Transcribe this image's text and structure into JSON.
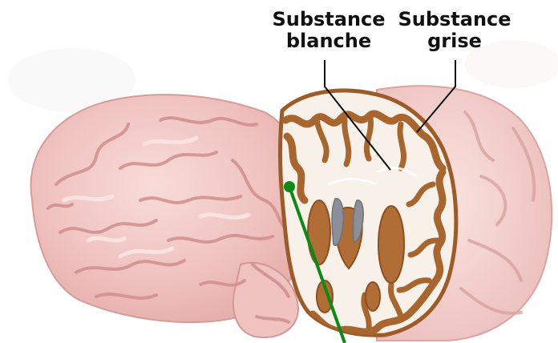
{
  "labels": {
    "white_matter": {
      "line1": "Substance",
      "line2": "blanche"
    },
    "grey_matter": {
      "line1": "Substance",
      "line2": "grise"
    }
  },
  "colors": {
    "brain_surface": "#f0c7c4",
    "brain_gyri": "#f6d9d6",
    "brain_sulci": "#d79a98",
    "section_white": "#f7f1ea",
    "grey_matter": "#a8652d",
    "pointer_green": "#0b8a16"
  }
}
